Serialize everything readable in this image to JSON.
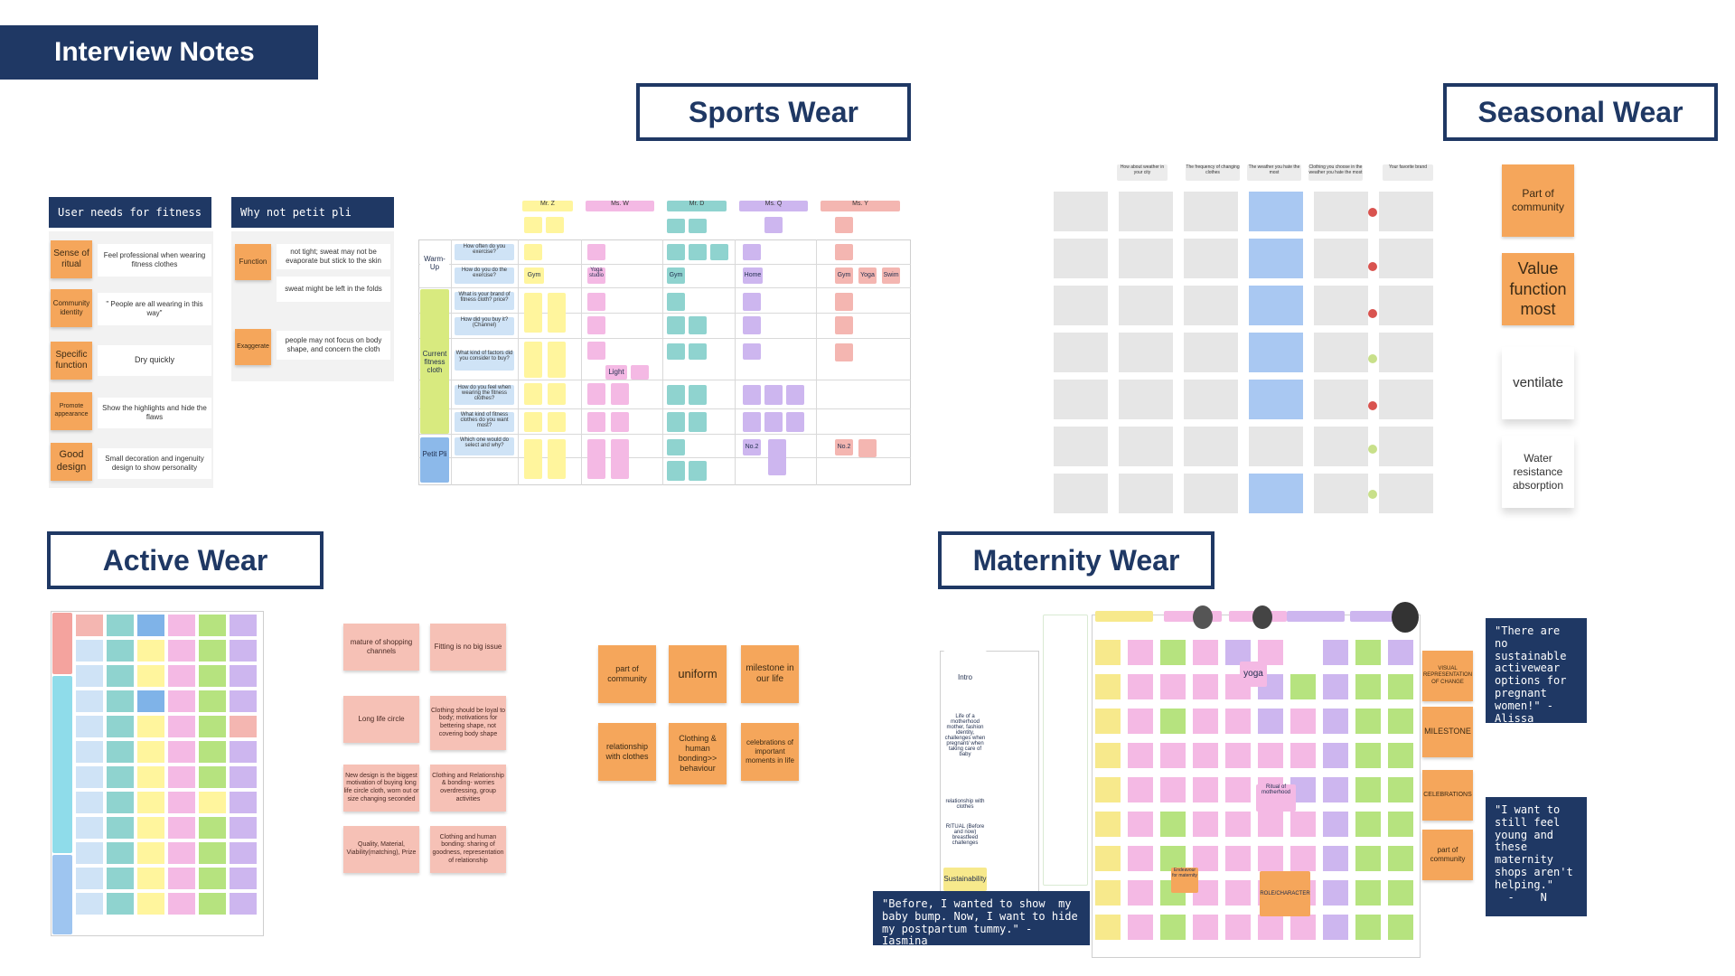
{
  "header": {
    "title": "Interview Notes"
  },
  "sections": {
    "sports": "Sports Wear",
    "seasonal": "Seasonal Wear",
    "active": "Active Wear",
    "maternity": "Maternity Wear"
  },
  "fitness_board": {
    "needs_title": "User needs for fitness",
    "why_title": "Why not petit pli",
    "needs": [
      {
        "tag": "Sense of ritual",
        "note": "Feel professional when wearing fitness clothes"
      },
      {
        "tag": "Community identity",
        "note": "\" People are all wearing in this way\""
      },
      {
        "tag": "Specific function",
        "note": "Dry quickly"
      },
      {
        "tag": "Promote appearance",
        "note": "Show the highlights and hide the flaws"
      },
      {
        "tag": "Good design",
        "note": "Small decoration and ingenuity design to show personality"
      }
    ],
    "why": [
      {
        "tag": "Function",
        "note1": "not tight; sweat may not be evaporate but stick to the skin",
        "note2": "sweat might be left in the folds"
      },
      {
        "tag": "Exaggerate",
        "note1": "people may not focus on body shape, and concern the cloth"
      }
    ]
  },
  "sports_grid": {
    "people": [
      "Mr. Z",
      "Ms. W",
      "Mr. D",
      "Ms. Q",
      "Ms. Y"
    ],
    "row_groups": [
      "Warm-Up",
      "Current fitness cloth",
      "Petit Pli"
    ],
    "questions": [
      "How often do you exercise?",
      "How do you do the exercise?",
      "What is your brand of fitness cloth? price?",
      "How did you buy it? (Channel)",
      "What kind of factors did you consider to buy?",
      "How do you feel when wearing the fitness clothes?",
      "What kind of fitness clothes do you want most?",
      "Which one would do select and why?"
    ],
    "notes": {
      "r2": [
        "Gym",
        "Yoga studio",
        "Gym",
        "Home",
        "Gym",
        "Yoga",
        "Swim"
      ],
      "light": "Light",
      "no2a": "No.2",
      "no2b": "No.2"
    }
  },
  "seasonal_board": {
    "headers": [
      "How about weather in your city",
      "The frequency of changing clothes",
      "The weather you hate the most",
      "Clothing you choose in the weather you hate the most",
      "Your favorite brand"
    ],
    "notes": [
      "Part of community",
      "Value function most",
      "ventilate",
      "Water resistance absorption"
    ]
  },
  "active_board": {
    "pink": [
      "mature of shopping channels",
      "Fitting is no big issue",
      "Long life circle",
      "Clothing should be loyal to body; motivations for bettering shape, not covering body shape",
      "New design is the biggest motivation of buying long life circle cloth, worn out or size changing seconded",
      "Clothing and Relationship & bonding- worries overdressing, group activities",
      "Quality, Material, Viability(matching), Prize",
      "Clothing and human bonding: sharing of goodness, representation of relationship"
    ],
    "orange": [
      "part of community",
      "uniform",
      "milestone in our life",
      "relationship with clothes",
      "Clothing & human bonding>> behaviour",
      "celebrations of important moments in life"
    ]
  },
  "maternity_board": {
    "left_labels": [
      "Intro",
      "Life of a motherhood mother, fashion identity, challenges when pregnant/ when taking care of baby",
      "relationship with clothes",
      "RITUAL (Before and now) breastfeed challenges",
      "Sustainability"
    ],
    "mini_notes": [
      "yoga",
      "Ritual of motherhood",
      "ROLE/CHARACTER",
      "Endeavour for maternity"
    ],
    "side_tags": [
      "VISUAL REPRESENTATION OF CHANGE",
      "MILESTONE",
      "CELEBRATIONS",
      "part of community"
    ],
    "quotes": [
      "\"There are no\nsustainable\nactivewear\noptions for\npregnant\nwomen!\" -\nAlissa",
      "\"I want to\nstill feel\nyoung and\nthese\nmaternity\nshops aren't\nhelping.\"\n  -    N",
      "\"Before, I wanted to show  my\nbaby bump. Now, I want to hide\nmy postpartum tummy.\" - Iasmina"
    ]
  },
  "colors": {
    "navy": "#1f3864",
    "orange": "#f5a65b",
    "pink": "#f6c1b6",
    "yellow": "#fff59d",
    "teal": "#7fcbc6",
    "purple": "#b48be0",
    "blue": "#9ec5f0"
  }
}
